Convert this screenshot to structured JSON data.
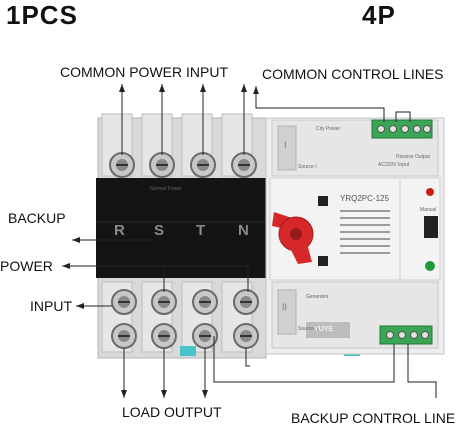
{
  "headings": {
    "quantity": "1PCS",
    "poles": "4P"
  },
  "callouts": {
    "common_power_input": "COMMON POWER INPUT",
    "common_control_lines": "COMMON CONTROL LINES",
    "backup": "BACKUP",
    "power": "POWER",
    "input": "INPUT",
    "load_output": "LOAD OUTPUT",
    "backup_control_line": "BACKUP CONTROL LINE"
  },
  "device": {
    "model": "YRQ2PC-125",
    "phases": [
      "R",
      "S",
      "T",
      "N"
    ],
    "normal_power_label": "Normal Power",
    "source_i": "Source I",
    "source_ii": "Source II",
    "city_power": "City Power",
    "generator": "Generator",
    "passive_output": "Passive Output",
    "input_voltage": "AC220V Input",
    "roman_one": "I",
    "roman_two": "II",
    "manual_label": "Manual",
    "brand": "YUYE"
  },
  "colors": {
    "handle": "#d62828",
    "terminal_green": "#3aa655",
    "indicator_red": "#c81e1e",
    "indicator_green": "#1f9a3a",
    "housing": "#dcdcdc",
    "cover": "#141414"
  }
}
